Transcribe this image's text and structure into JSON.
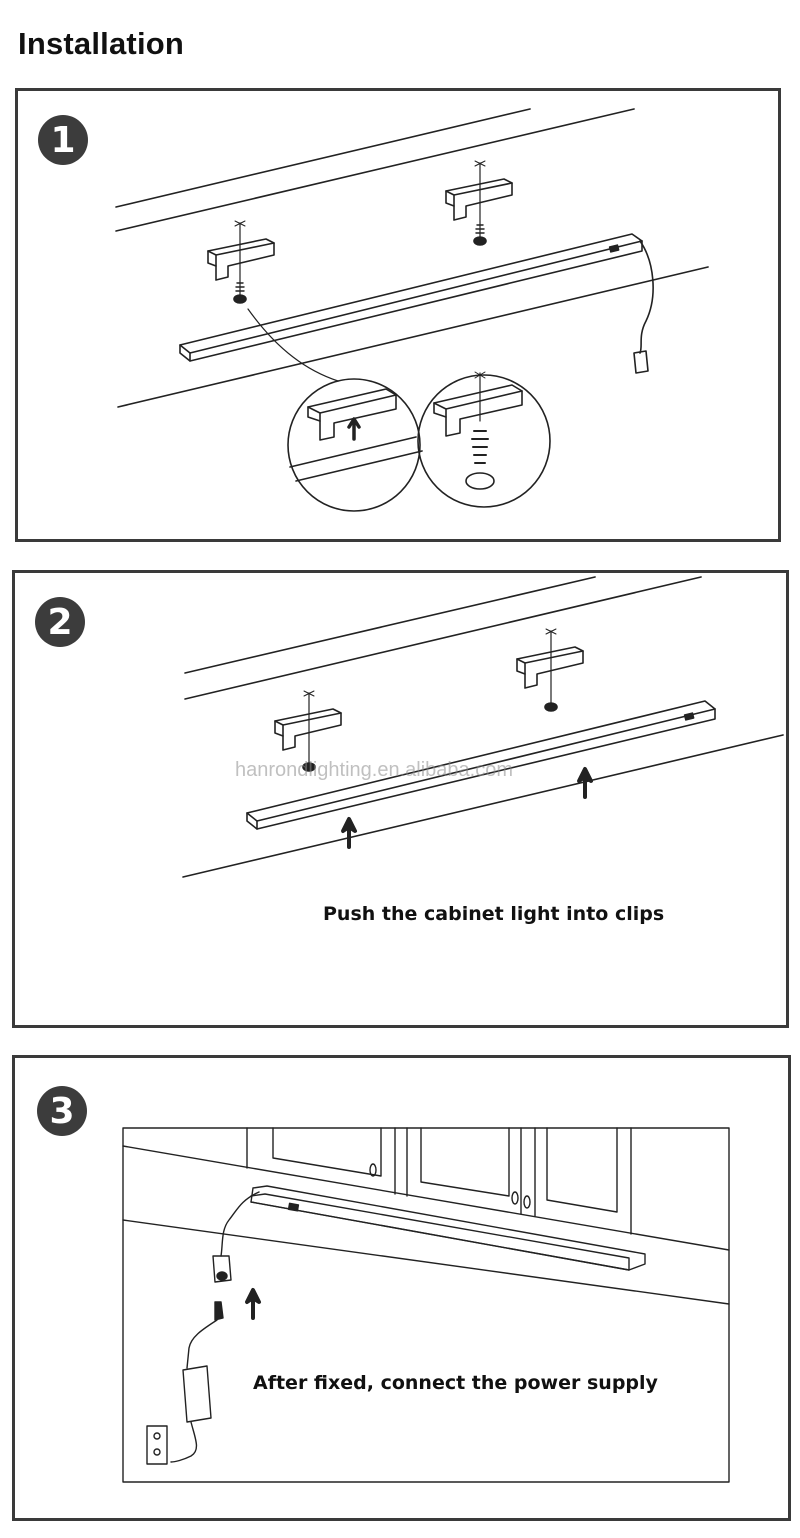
{
  "page": {
    "title": "Installation"
  },
  "steps": [
    {
      "number": "1",
      "caption": ""
    },
    {
      "number": "2",
      "caption": "Push the cabinet light into clips"
    },
    {
      "number": "3",
      "caption": "After fixed, connect the power supply"
    }
  ],
  "watermark": "hanrondlighting.en.alibaba.com",
  "colors": {
    "badge": "#3c3c3c",
    "line": "#222222",
    "border": "#3a3a3a"
  }
}
